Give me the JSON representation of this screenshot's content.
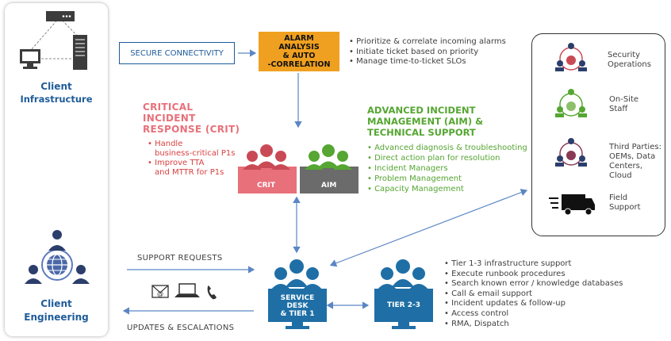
{
  "client_infrastructure": {
    "line1": "Client",
    "line2": "Infrastructure"
  },
  "client_engineering": {
    "line1": "Client",
    "line2": "Engineering"
  },
  "secure_connectivity": "SECURE CONNECTIVITY",
  "alarm_box": {
    "lines": [
      "ALARM",
      "ANALYSIS",
      "& AUTO",
      "-CORRELATION"
    ]
  },
  "alarm_bullets": [
    "Prioritize & correlate incoming alarms",
    "Initiate ticket based on priority",
    "Manage time-to-ticket SLOs"
  ],
  "crit": {
    "title_lines": [
      "CRITICAL",
      "INCIDENT",
      "RESPONSE (CRIT)"
    ],
    "bullets": [
      [
        "Handle",
        "business-critical P1s"
      ],
      [
        "Improve TTA",
        "and MTTR for P1s"
      ]
    ],
    "team_label": "CRIT"
  },
  "aim": {
    "title_lines": [
      "ADVANCED INCIDENT",
      "MANAGEMENT (AIM) &",
      "TECHNICAL SUPPORT"
    ],
    "bullets": [
      "Advanced diagnosis & troubleshooting",
      "Direct action plan for resolution",
      "Incident Managers",
      "Problem Management",
      "Capacity Management"
    ],
    "team_label": "AIM"
  },
  "right_panel": {
    "items": [
      [
        "Security",
        "Operations"
      ],
      [
        "On-Site",
        "Staff"
      ],
      [
        "Third Parties:",
        "OEMs, Data",
        "Centers,",
        "Cloud"
      ],
      [
        "Field",
        "Support"
      ]
    ]
  },
  "support_requests": "SUPPORT REQUESTS",
  "updates_escalations": "UPDATES & ESCALATIONS",
  "service_desk": {
    "lines": [
      "SERVICE",
      "DESK",
      "& TIER 1"
    ]
  },
  "tier23": {
    "label": "TIER 2-3"
  },
  "tier_bullets": [
    "Tier 1-3 infrastructure support",
    "Execute runbook procedures",
    "Search known error / knowledge databases",
    "Call & email support",
    "Incident updates & follow-up",
    "Access control",
    "RMA, Dispatch"
  ],
  "icons": {
    "server": "server-icon",
    "monitor": "monitor-icon",
    "tower": "tower-server-icon",
    "globe": "globe-icon",
    "mail": "mail-icon",
    "laptop": "laptop-icon",
    "phone": "phone-icon",
    "truck": "truck-icon"
  },
  "colors": {
    "navy": "#1f5c99",
    "orange": "#f0a020",
    "crit_red": "#e8707a",
    "aim_green": "#55a632",
    "team_blue": "#1f6fa6",
    "team_gray": "#6b6b6b",
    "arrow_blue": "#5b86c5"
  }
}
